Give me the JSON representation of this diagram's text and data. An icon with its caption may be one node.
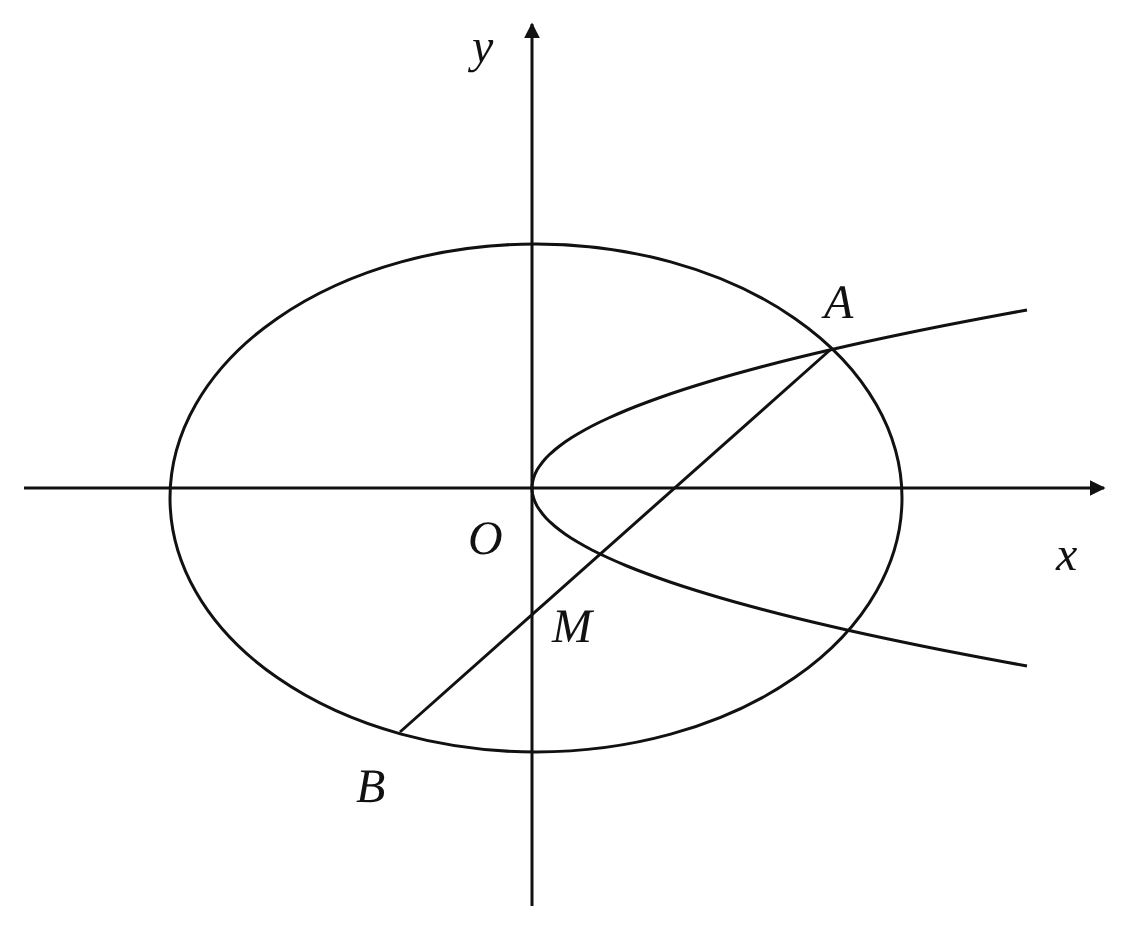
{
  "diagram": {
    "labels": [
      "y",
      "A",
      "O",
      "x",
      "M",
      "B"
    ]
  }
}
